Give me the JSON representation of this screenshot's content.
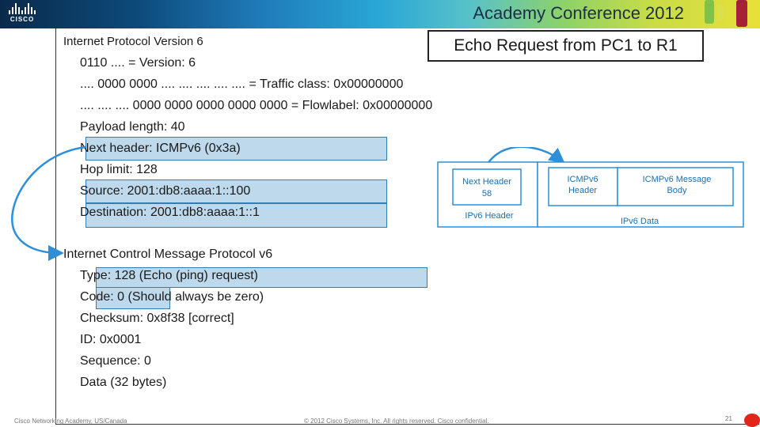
{
  "header": {
    "conference_title": "Academy Conference 2012",
    "logo_text": "CISCO"
  },
  "callout": "Echo Request from PC1 to R1",
  "ipv6_section": {
    "title": "Internet Protocol Version 6",
    "fields": [
      "0110 .... = Version: 6",
      ".... 0000 0000 .... .... .... .... .... = Traffic class: 0x00000000",
      ".... .... .... 0000 0000 0000 0000 0000 = Flowlabel: 0x00000000",
      "Payload length: 40",
      "Next header: ICMPv6 (0x3a)",
      "Hop limit: 128",
      "Source: 2001:db8:aaaa:1::100",
      "Destination: 2001:db8:aaaa:1::1"
    ]
  },
  "icmp_section": {
    "title": "Internet Control Message Protocol v6",
    "fields": [
      "Type: 128 (Echo (ping) request)",
      "Code: 0 (Should always be zero)",
      "Checksum: 0x8f38 [correct]",
      "ID: 0x0001",
      "Sequence: 0",
      "Data (32 bytes)"
    ]
  },
  "diagram": {
    "next_header_line1": "Next Header",
    "next_header_line2": "58",
    "ipv6_header_label": "IPv6 Header",
    "icmp_header_line1": "ICMPv6",
    "icmp_header_line2": "Header",
    "icmp_body_line1": "ICMPv6 Message",
    "icmp_body_line2": "Body",
    "ipv6_data_label": "IPv6 Data"
  },
  "footer": {
    "left": "Cisco Networking Academy, US/Canada",
    "center": "© 2012 Cisco Systems, Inc. All rights reserved. Cisco confidential.",
    "page_number": "21"
  },
  "colors": {
    "highlight": "#6eaad2",
    "diagram_blue": "#2e8fd6",
    "red_dot": "#e3241b"
  }
}
